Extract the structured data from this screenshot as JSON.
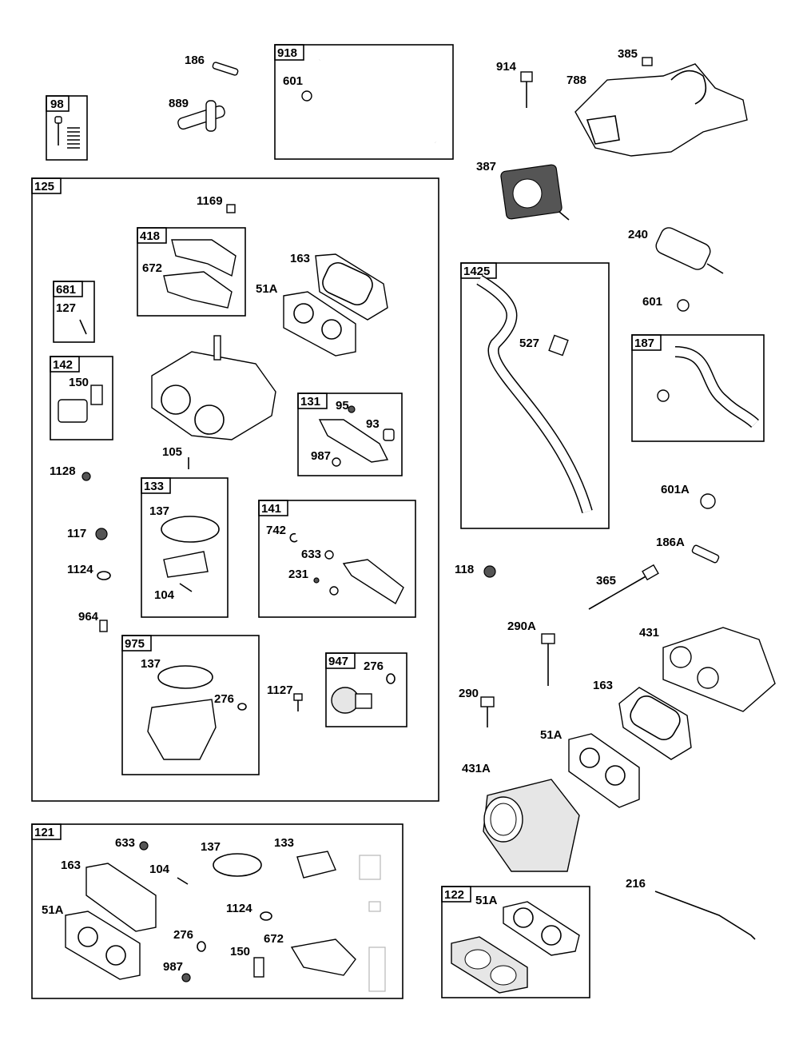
{
  "diagram": {
    "callouts": [
      {
        "id": "c186",
        "text": "186"
      },
      {
        "id": "c889",
        "text": "889"
      },
      {
        "id": "c601a",
        "text": "601"
      },
      {
        "id": "c914",
        "text": "914"
      },
      {
        "id": "c385",
        "text": "385"
      },
      {
        "id": "c788",
        "text": "788"
      },
      {
        "id": "c387",
        "text": "387"
      },
      {
        "id": "c240",
        "text": "240"
      },
      {
        "id": "c601b",
        "text": "601"
      },
      {
        "id": "c527",
        "text": "527"
      },
      {
        "id": "c601A",
        "text": "601A"
      },
      {
        "id": "c186A",
        "text": "186A"
      },
      {
        "id": "c118",
        "text": "118"
      },
      {
        "id": "c365",
        "text": "365"
      },
      {
        "id": "c290A",
        "text": "290A"
      },
      {
        "id": "c431",
        "text": "431"
      },
      {
        "id": "c163b",
        "text": "163"
      },
      {
        "id": "c290",
        "text": "290"
      },
      {
        "id": "c51Ab",
        "text": "51A"
      },
      {
        "id": "c431A",
        "text": "431A"
      },
      {
        "id": "c216",
        "text": "216"
      },
      {
        "id": "c1169",
        "text": "1169"
      },
      {
        "id": "c672",
        "text": "672"
      },
      {
        "id": "c163a",
        "text": "163"
      },
      {
        "id": "c51Aa",
        "text": "51A"
      },
      {
        "id": "c127",
        "text": "127"
      },
      {
        "id": "c150a",
        "text": "150"
      },
      {
        "id": "c95",
        "text": "95"
      },
      {
        "id": "c93",
        "text": "93"
      },
      {
        "id": "c987a",
        "text": "987"
      },
      {
        "id": "c105",
        "text": "105"
      },
      {
        "id": "c1128",
        "text": "1128"
      },
      {
        "id": "c137a",
        "text": "137"
      },
      {
        "id": "c104a",
        "text": "104"
      },
      {
        "id": "c742",
        "text": "742"
      },
      {
        "id": "c633a",
        "text": "633"
      },
      {
        "id": "c231",
        "text": "231"
      },
      {
        "id": "c117",
        "text": "117"
      },
      {
        "id": "c1124a",
        "text": "1124"
      },
      {
        "id": "c964",
        "text": "964"
      },
      {
        "id": "c137b",
        "text": "137"
      },
      {
        "id": "c276a",
        "text": "276"
      },
      {
        "id": "c1127",
        "text": "1127"
      },
      {
        "id": "c276b",
        "text": "276"
      },
      {
        "id": "c633b",
        "text": "633"
      },
      {
        "id": "c137c",
        "text": "137"
      },
      {
        "id": "c133b",
        "text": "133"
      },
      {
        "id": "c163c",
        "text": "163"
      },
      {
        "id": "c104b",
        "text": "104"
      },
      {
        "id": "c51Ac",
        "text": "51A"
      },
      {
        "id": "c1124b",
        "text": "1124"
      },
      {
        "id": "c276c",
        "text": "276"
      },
      {
        "id": "c672b",
        "text": "672"
      },
      {
        "id": "c150b",
        "text": "150"
      },
      {
        "id": "c987b",
        "text": "987"
      },
      {
        "id": "c51Ad",
        "text": "51A"
      }
    ],
    "kits": [
      {
        "id": "k98",
        "text": "98"
      },
      {
        "id": "k918",
        "text": "918"
      },
      {
        "id": "k125",
        "text": "125"
      },
      {
        "id": "k418",
        "text": "418"
      },
      {
        "id": "k681",
        "text": "681"
      },
      {
        "id": "k142",
        "text": "142"
      },
      {
        "id": "k131",
        "text": "131"
      },
      {
        "id": "k133",
        "text": "133"
      },
      {
        "id": "k141",
        "text": "141"
      },
      {
        "id": "k975",
        "text": "975"
      },
      {
        "id": "k947",
        "text": "947"
      },
      {
        "id": "k1425",
        "text": "1425"
      },
      {
        "id": "k187",
        "text": "187"
      },
      {
        "id": "k121",
        "text": "121"
      },
      {
        "id": "k122",
        "text": "122"
      }
    ]
  }
}
